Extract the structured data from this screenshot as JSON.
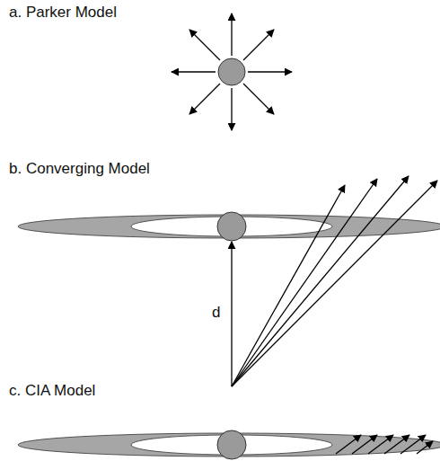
{
  "diagram": {
    "labels": [
      "a. Parker Model",
      "b. Converging Model",
      "d",
      "c. CIA Model"
    ]
  }
}
